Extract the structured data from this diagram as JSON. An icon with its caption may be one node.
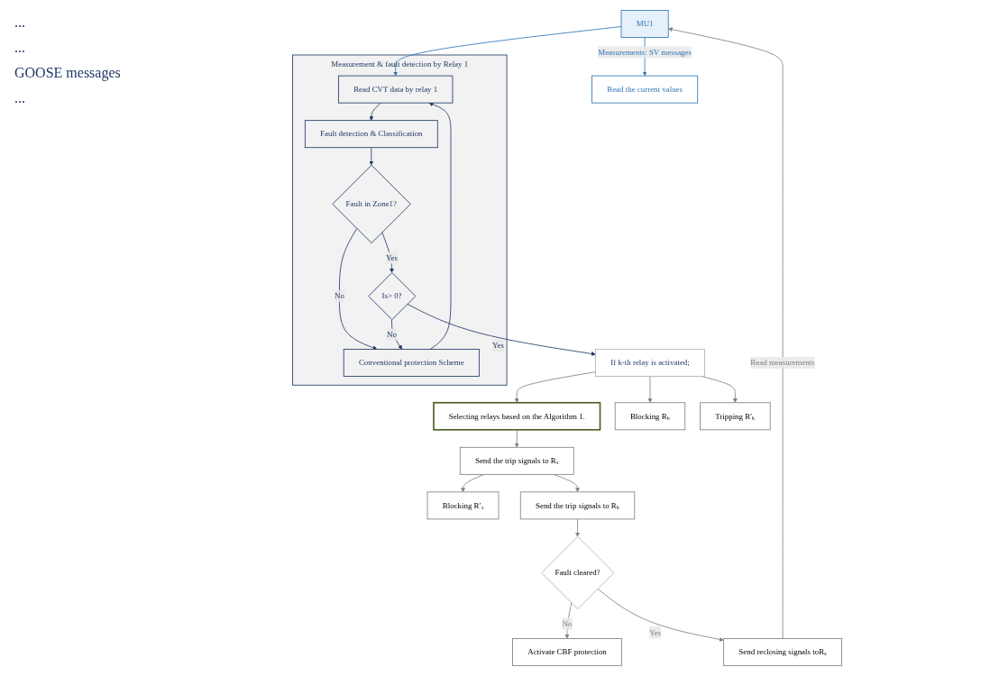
{
  "diagram": {
    "nodes": [
      {
        "text": [
          "MU1"
        ]
      },
      {
        "text": [
          "Measurement & fault detection by Relay 1"
        ]
      },
      {
        "text": [
          "Read CVT data by relay 1"
        ],
        "in": 1
      },
      {
        "text": [
          "Conventional protection Scheme"
        ],
        "in": 1
      },
      {
        "text": [
          "Fault detection & Classification"
        ],
        "in": 1
      },
      {
        "text": [
          "Fault in Zone1?"
        ],
        "in": 1
      },
      {
        "text": [
          "Is> 0?"
        ],
        "in": 1
      },
      {
        "text": [
          "Read the current values"
        ]
      },
      {
        "text": [
          "If  k-th relay is activated;"
        ]
      },
      {
        "text": [
          "Selecting relays based on the Algorithm 1."
        ]
      },
      {
        "text": [
          "Blocking Rₖ"
        ]
      },
      {
        "text": [
          "Tripping R′ₖ"
        ]
      },
      {
        "text": [
          "Send the trip signals to Rₛ"
        ]
      },
      {
        "text": [
          "Blocking R′ₛ"
        ]
      },
      {
        "text": [
          "Send the trip signals to Rₖ"
        ]
      },
      {
        "text": [
          "Fault cleared?"
        ]
      },
      {
        "text": [
          "Activate CBF protection"
        ]
      },
      {
        "text": [
          "Send reclosing signals toRₛ"
        ]
      }
    ],
    "edges": [
      {
        "from": 0,
        "to": 7,
        "arrow": "to",
        "label": "Measurements: SV messages",
        "color": "#2e75b6"
      },
      {
        "from": 0,
        "to": 2,
        "arrow": "to",
        "color": "#2e75b6"
      },
      {
        "from": 2,
        "to": 4,
        "arrow": "to",
        "color": "#1f3864"
      },
      {
        "from": 4,
        "to": 5,
        "arrow": "to",
        "color": "#1f3864"
      },
      {
        "from": 5,
        "to": 3,
        "arrow": "to",
        "label": "No",
        "color": "#1f3864"
      },
      {
        "from": 5,
        "to": 6,
        "arrow": "to",
        "label": "Yes",
        "color": "#1f3864"
      },
      {
        "from": 6,
        "to": 3,
        "arrow": "to",
        "label": "No",
        "color": "#1f3864"
      },
      {
        "from": 3,
        "to": 2,
        "arrow": "to",
        "color": "#1f3864"
      },
      {
        "from": 6,
        "to": 8,
        "arrow": "to",
        "label": "Yes",
        "color": "#1f3864"
      },
      {
        "from": 8,
        "to": 10,
        "arrow": "to"
      },
      {
        "from": 8,
        "to": 11,
        "arrow": "to"
      },
      {
        "from": 8,
        "to": 9,
        "arrow": "to"
      },
      {
        "from": 9,
        "to": 12,
        "arrow": "to"
      },
      {
        "from": 12,
        "to": 13,
        "arrow": "to"
      },
      {
        "from": 12,
        "to": 14,
        "arrow": "to"
      },
      {
        "from": 14,
        "to": 15,
        "arrow": "to"
      },
      {
        "from": 15,
        "to": 16,
        "arrow": "to",
        "label": "No"
      },
      {
        "from": 15,
        "to": 17,
        "arrow": "to",
        "label": "Yes"
      },
      {
        "from": 17,
        "to": 0,
        "arrow": "to",
        "label": "Read measurements"
      }
    ],
    "labels": [
      "...",
      "...",
      "GOOSE messages",
      "..."
    ]
  }
}
